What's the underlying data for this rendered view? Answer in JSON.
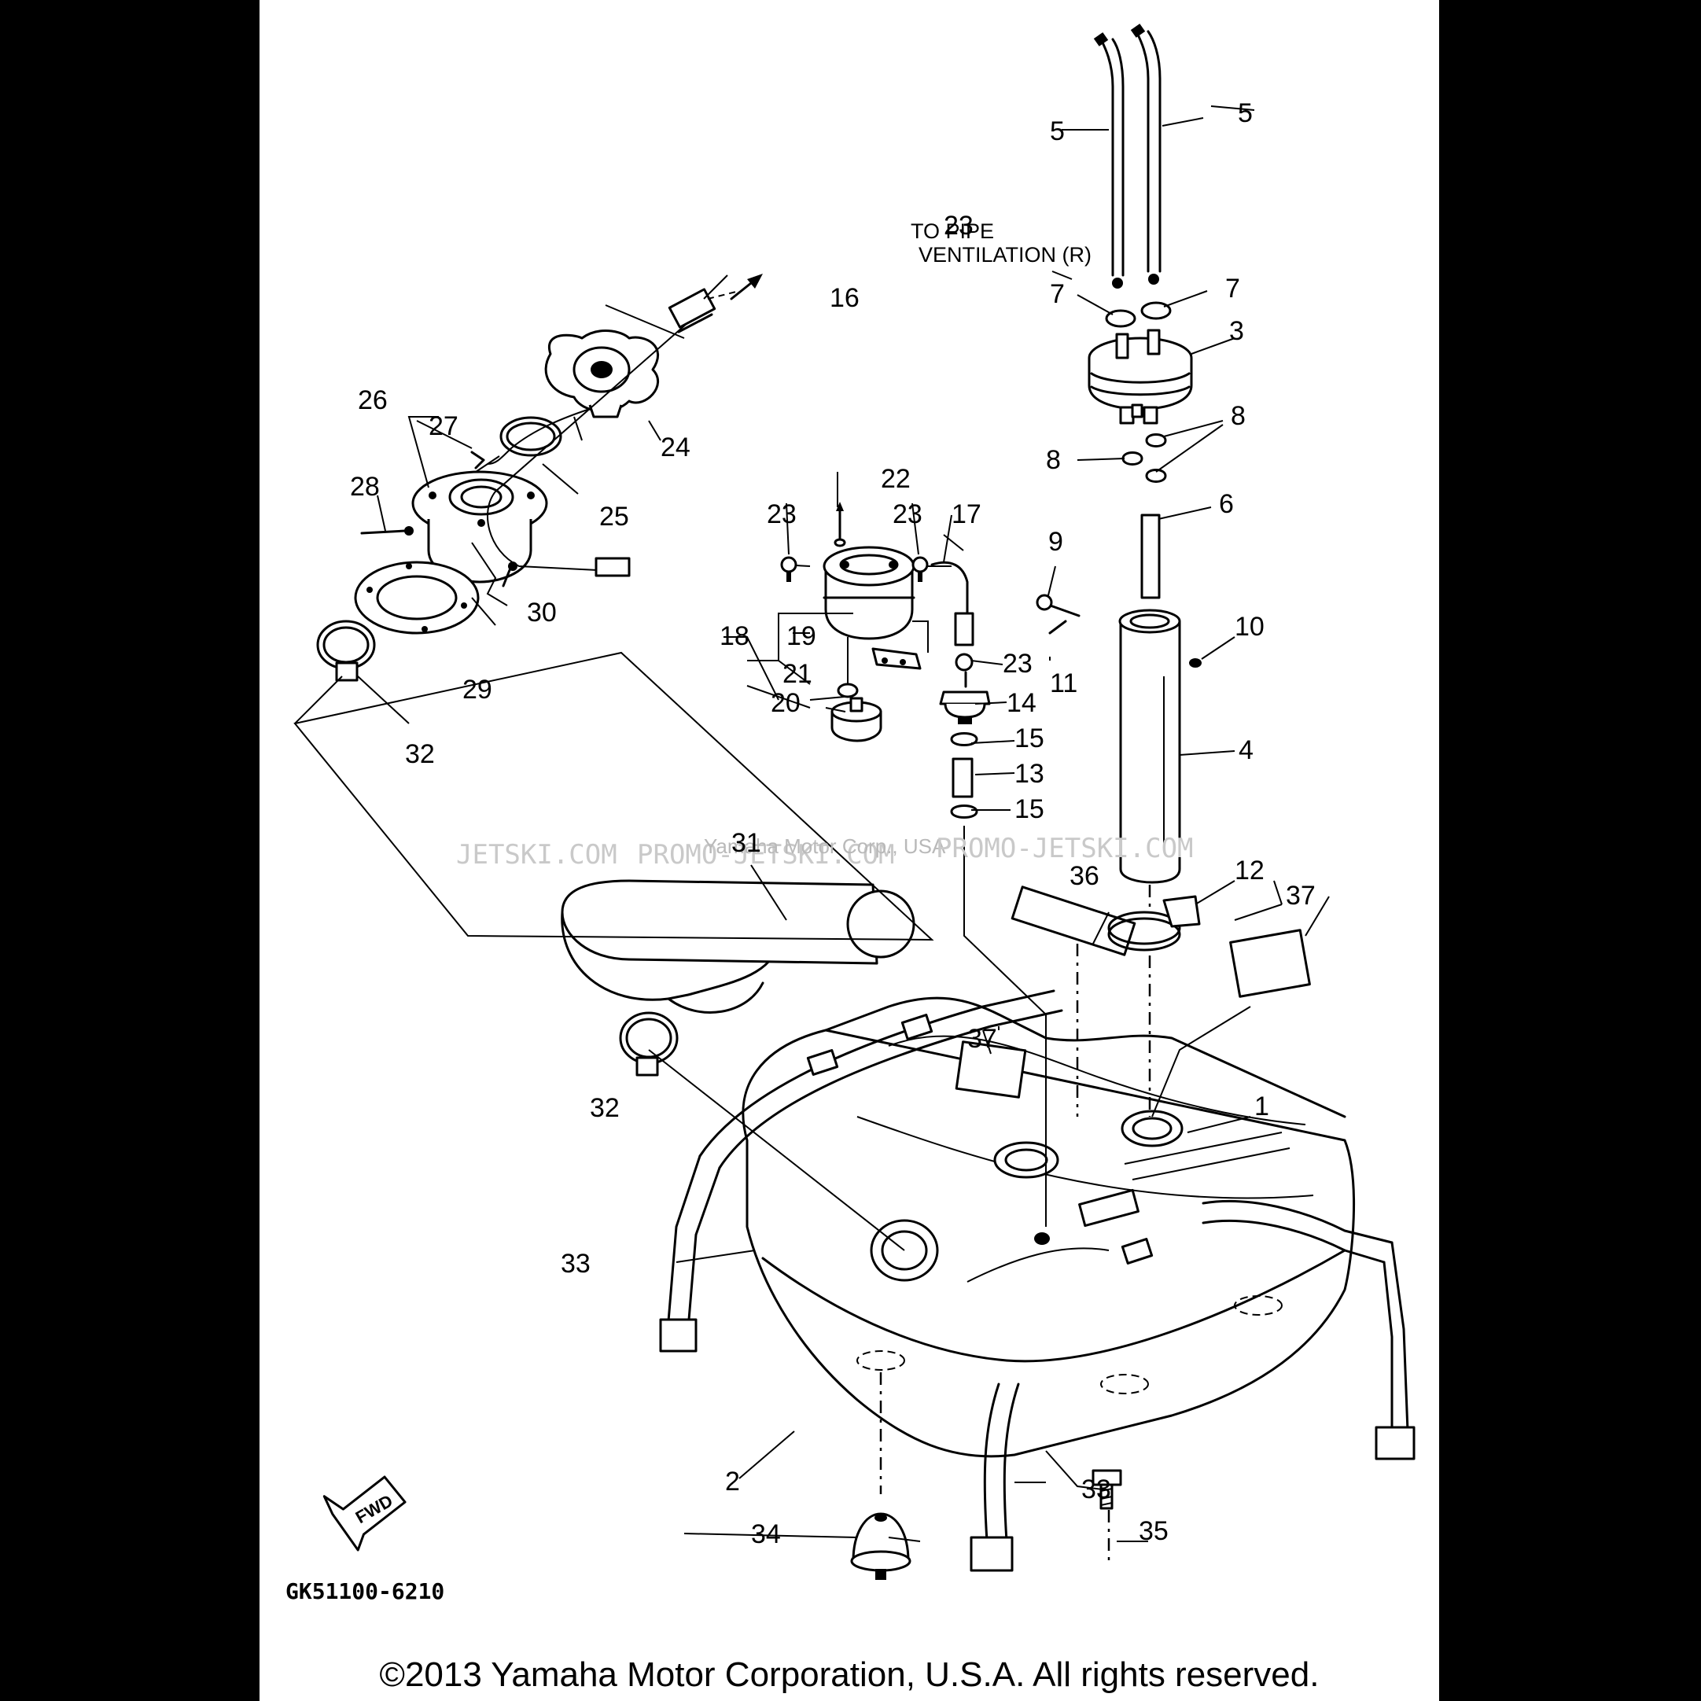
{
  "diagram_code": "GK51100-6210",
  "copyright": "©2013 Yamaha Motor Corporation, U.S.A. All rights reserved.",
  "fwd_label": "FWD",
  "notes": {
    "to_pipe": "TO PIPE",
    "ventilation": "VENTILATION (R)"
  },
  "watermarks": [
    "JETSKI.COM",
    "PROMO-JETSKI.COM",
    "Yamaha Motor Corp., USA",
    "PROMO-JETSKI.COM"
  ],
  "callouts": {
    "1": "1",
    "2": "2",
    "3": "3",
    "4": "4",
    "5a": "5",
    "5b": "5",
    "6": "6",
    "7a": "7",
    "7b": "7",
    "8a": "8",
    "8b": "8",
    "9": "9",
    "10": "10",
    "11": "11",
    "12": "12",
    "13": "13",
    "14": "14",
    "15a": "15",
    "15b": "15",
    "16": "16",
    "17": "17",
    "18": "18",
    "19": "19",
    "20": "20",
    "21": "21",
    "22": "22",
    "23a": "23",
    "23b": "23",
    "23c": "23",
    "23d": "23",
    "24": "24",
    "25": "25",
    "26": "26",
    "27": "27",
    "28": "28",
    "29": "29",
    "30": "30",
    "31": "31",
    "32a": "32",
    "32b": "32",
    "33a": "33",
    "33b": "33",
    "34": "34",
    "35": "35",
    "36": "36",
    "37a": "37",
    "37b": "37"
  }
}
